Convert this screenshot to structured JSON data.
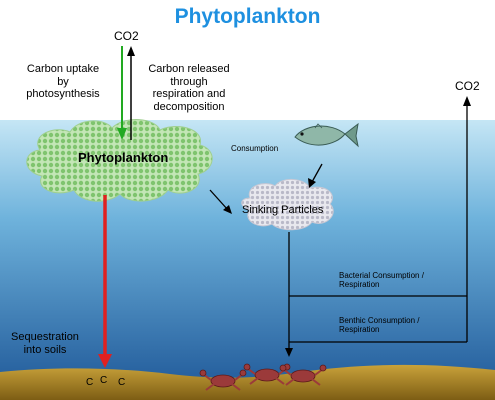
{
  "title": "Phytoplankton",
  "co2_top": "CO2",
  "co2_right": "CO2",
  "uptake_label": [
    "Carbon uptake",
    "by",
    "photosynthesis"
  ],
  "release_label": [
    "Carbon released",
    "through",
    "respiration and",
    "decomposition"
  ],
  "cloud_label": "Phytoplankton",
  "consumption_label": "Consumption",
  "sinking_label": "Sinking Particles",
  "bacterial_label": [
    "Bacterial Consumption /",
    "Respiration"
  ],
  "benthic_label": [
    "Benthic Consumption /",
    "Respiration"
  ],
  "sequestration_label": [
    "Sequestration",
    "into soils"
  ],
  "carbon_marks": [
    "C",
    "C",
    "C"
  ],
  "colors": {
    "title": "#1e90e0",
    "uptake_arrow": "#22aa22",
    "sequestration_arrow": "#e02020",
    "ocean_top": "#bfe3f4",
    "ocean_bottom": "#1f5f9f",
    "seafloor": "#b08a2a",
    "plankton": "#a8d89a",
    "crab": "#9b3a3a"
  }
}
